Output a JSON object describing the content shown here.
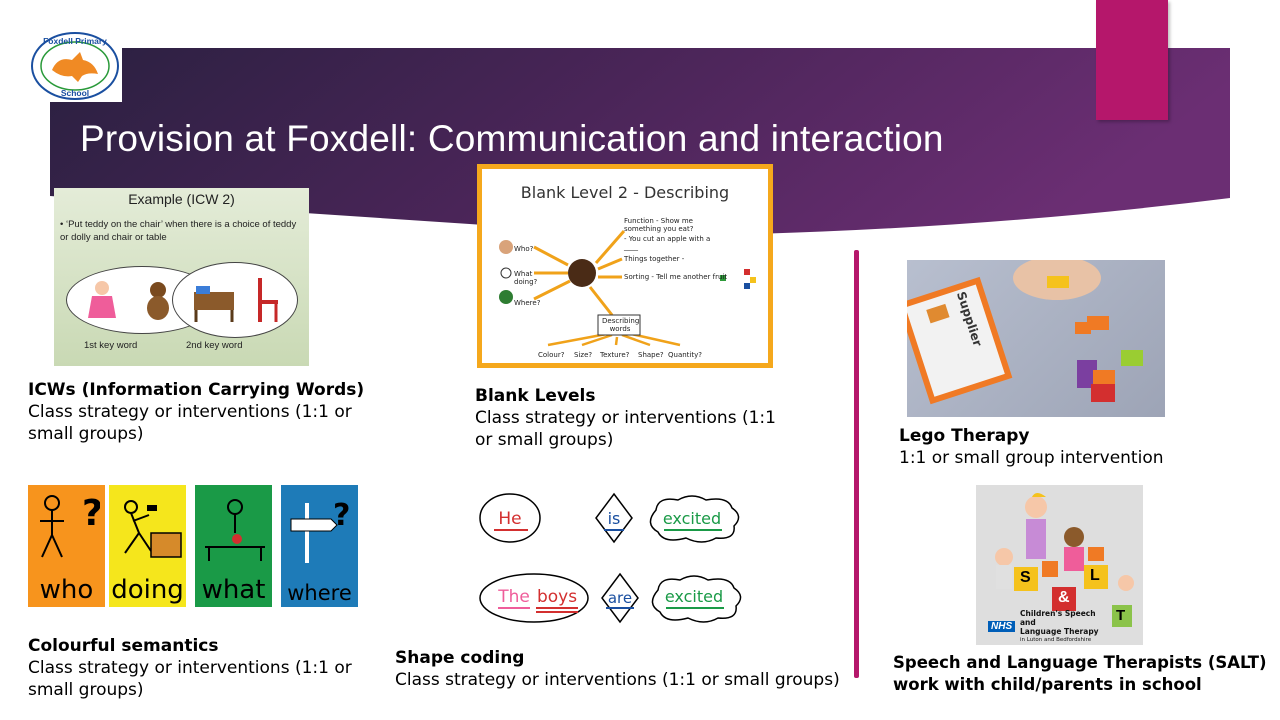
{
  "title": "Provision at Foxdell: Communication and interaction",
  "logo": {
    "top_text": "Foxdell Primary",
    "bottom_text": "School"
  },
  "colors": {
    "banner_dark": "#2a2040",
    "banner_purple": "#6b2e73",
    "accent": "#b5176b",
    "blank_border": "#f5a81c"
  },
  "icw": {
    "image": {
      "heading": "Example (ICW 2)",
      "bullet": "•  ‘Put teddy on the chair’ when there is a choice of teddy or dolly and chair or table",
      "label1": "1st key word",
      "label2": "2nd key word"
    },
    "title": "ICWs (Information Carrying Words)",
    "subtitle": "Class strategy or interventions (1:1 or small groups)"
  },
  "blank": {
    "image": {
      "heading": "Blank Level 2 - Describing",
      "who": "Who?",
      "what_doing": "What doing?",
      "where": "Where?",
      "function": "Function - Show me something you eat?",
      "cut": "- You cut an apple with a ____",
      "things_together": "Things together -",
      "sorting": "Sorting - Tell me another fruit",
      "describing_words": "Describing words",
      "colour": "Colour?",
      "size": "Size?",
      "texture": "Texture?",
      "shape": "Shape?",
      "quantity": "Quantity?"
    },
    "title": "Blank Levels",
    "subtitle": "Class strategy or interventions (1:1 or small groups)"
  },
  "semantics": {
    "cards": [
      {
        "word": "who",
        "color": "#f7941d",
        "icon": "person-question-icon"
      },
      {
        "word": "doing",
        "color": "#f5e61c",
        "icon": "person-hammer-icon"
      },
      {
        "word": "what",
        "color": "#1a9a47",
        "icon": "person-table-icon"
      },
      {
        "word": "where",
        "color": "#1e7bb8",
        "icon": "signpost-icon"
      }
    ],
    "title": "Colourful semantics",
    "subtitle": "Class strategy or interventions (1:1 or small groups)"
  },
  "shape_coding": {
    "row1": [
      "He",
      "is",
      "excited"
    ],
    "row2": [
      "The",
      "boys",
      "are",
      "excited"
    ],
    "title": "Shape coding",
    "subtitle": "Class strategy or interventions (1:1 or small groups)"
  },
  "lego": {
    "card_text": "Supplier",
    "title": "Lego Therapy",
    "subtitle": "1:1 or small group intervention"
  },
  "salt": {
    "blocks": [
      "S",
      "&",
      "L",
      "T"
    ],
    "nhs": "NHS",
    "logo_line1": "Children's Speech and",
    "logo_line2": "Language Therapy",
    "logo_line3": "in Luton and Bedfordshire",
    "title_line1": "Speech and Language Therapists (SALT)",
    "title_line2": "work with child/parents in school"
  }
}
